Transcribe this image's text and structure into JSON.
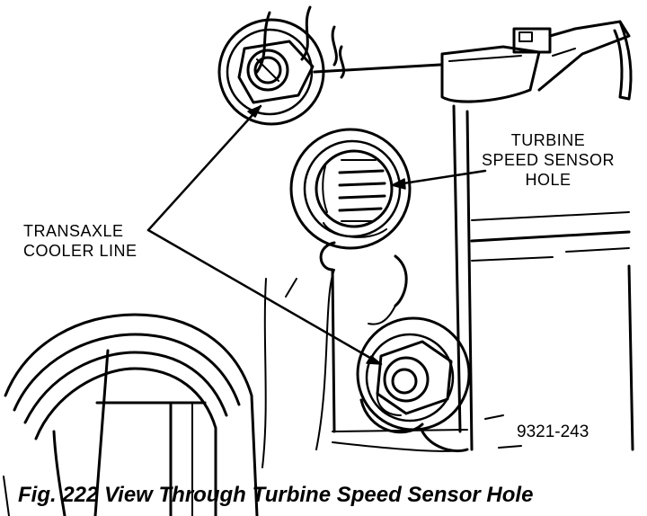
{
  "labels": {
    "turbine_line1": "TURBINE",
    "turbine_line2": "SPEED SENSOR",
    "turbine_line3": "HOLE",
    "cooler_line1": "TRANSAXLE",
    "cooler_line2": "COOLER LINE"
  },
  "part_number": "9321-243",
  "caption": "Fig. 222 View Through Turbine Speed Sensor Hole",
  "colors": {
    "ink": "#000000",
    "paper": "#ffffff"
  }
}
